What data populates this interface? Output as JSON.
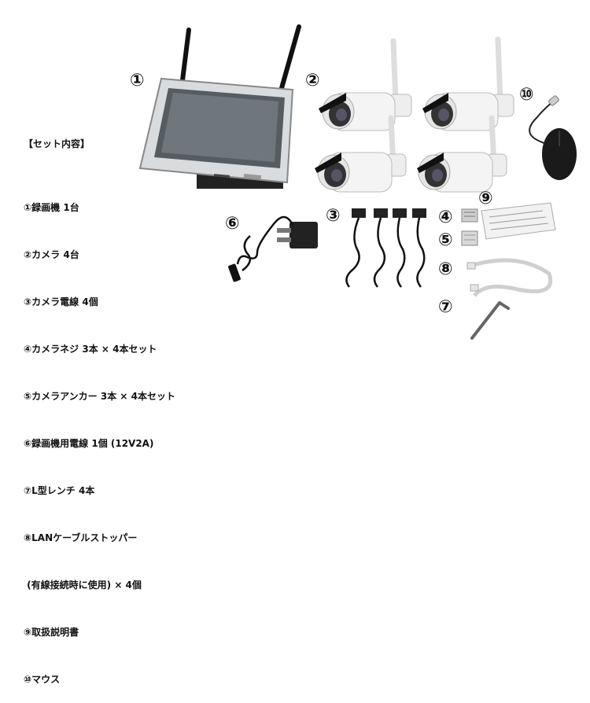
{
  "contents": {
    "title": "【セット内容】",
    "items": [
      "①録画機 1台",
      "②カメラ 4台",
      "③カメラ電線 4個",
      "④カメラネジ 3本 × 4本セット",
      "⑤カメラアンカー 3本 × 4本セット",
      "⑥録画機用電線 1個 (12V2A)",
      "⑦L型レンチ 4本",
      "⑧LANケーブルストッパー",
      " (有線接続時に使用) × 4個",
      "⑨取扱説明書",
      "⑩マウス"
    ]
  },
  "callouts": {
    "n1": "①",
    "n2": "②",
    "n3": "③",
    "n4": "④",
    "n5": "⑤",
    "n6": "⑥",
    "n7": "⑦",
    "n8": "⑧",
    "n9": "⑨",
    "n10": "⑩"
  }
}
